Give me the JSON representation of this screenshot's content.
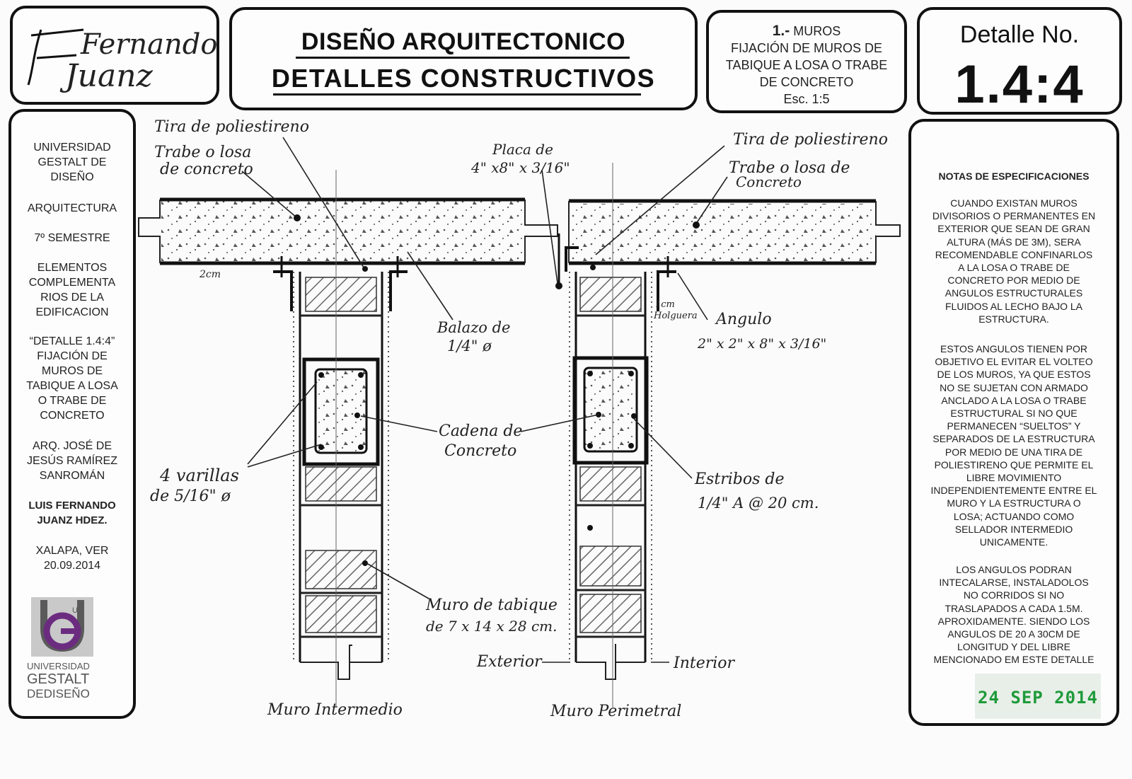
{
  "logo": {
    "line1": "Fernando",
    "line2": "Juanz"
  },
  "title": {
    "line1": "DISEÑO ARQUITECTONICO",
    "line2": "DETALLES  CONSTRUCTIVOS"
  },
  "description": {
    "number": "1.-",
    "category": "MUROS",
    "lines": [
      "FIJACIÓN DE MUROS DE",
      "TABIQUE A LOSA O TRABE",
      "DE CONCRETO"
    ],
    "scale": "Esc. 1:5"
  },
  "detail": {
    "label": "Detalle No.",
    "number": "1.4:4"
  },
  "sidebar": {
    "university": [
      "UNIVERSIDAD",
      "GESTALT DE",
      "DISEÑO"
    ],
    "career": "ARQUITECTURA",
    "semester": "7º SEMESTRE",
    "subject": [
      "ELEMENTOS",
      "COMPLEMENTA",
      "RIOS DE LA",
      "EDIFICACION"
    ],
    "detail_title": [
      "“DETALLE 1.4:4”",
      "FIJACIÓN DE",
      "MUROS DE",
      "TABIQUE A LOSA",
      "O TRABE DE",
      "CONCRETO"
    ],
    "teacher": [
      "ARQ. JOSÉ DE",
      "JESÚS RAMÍREZ",
      "SANROMÁN"
    ],
    "student": [
      "LUIS FERNANDO",
      "JUANZ HDEZ."
    ],
    "place_date": [
      "XALAPA, VER",
      "20.09.2014"
    ],
    "logo_text": [
      "UNIVERSIDAD",
      "GESTALT",
      "DEDISEÑO"
    ],
    "logo_letters": "UG"
  },
  "notes": {
    "heading": "NOTAS DE ESPECIFICACIONES",
    "p1": [
      "CUANDO EXISTAN MUROS",
      "DIVISORIOS O PERMANENTES EN",
      "EXTERIOR QUE SEAN DE GRAN",
      "ALTURA (MÁS DE 3M), SERA",
      "RECOMENDABLE CONFINARLOS",
      "A LA LOSA O TRABE DE",
      "CONCRETO POR MEDIO DE",
      "ANGULOS ESTRUCTURALES",
      "FLUIDOS AL LECHO BAJO LA",
      "ESTRUCTURA."
    ],
    "p2": [
      "ESTOS ANGULOS TIENEN POR",
      "OBJETIVO EL EVITAR EL VOLTEO",
      "DE LOS MUROS, YA QUE ESTOS",
      "NO SE  SUJETAN CON ARMADO",
      "ANCLADO A LA LOSA O TRABE",
      "ESTRUCTURAL SI NO QUE",
      "PERMANECEN “SUELTOS” Y",
      "SEPARADOS DE LA ESTRUCTURA",
      "POR MEDIO DE UNA TIRA DE",
      "POLIESTIRENO QUE PERMITE EL",
      "LIBRE MOVIMIENTO",
      "INDEPENDIENTEMENTE ENTRE EL",
      "MURO Y LA  ESTRUCTURA O",
      "LOSA; ACTUANDO COMO",
      "SELLADOR INTERMEDIO",
      "UNICAMENTE."
    ],
    "p3": [
      "LOS ANGULOS PODRAN",
      "INTECALARSE, INSTALADOLOS",
      "NO CORRIDOS SI NO",
      "TRASLAPADOS A CADA 1.5M.",
      "APROXIDAMENTE. SIENDO LOS",
      "ANGULOS DE 20 A 30CM  DE",
      "LONGITUD Y DEL LIBRE",
      "MENCIONADO EM ESTE DETALLE"
    ]
  },
  "stamp": "24 SEP 2014",
  "labels": {
    "tira_left": "Tira de poliestireno",
    "trabe_left": [
      "Trabe o losa",
      "de concreto"
    ],
    "placa": [
      "Placa de",
      "4\" x8\" x 3/16\""
    ],
    "tira_right": "Tira de poliestireno",
    "trabe_right": [
      "Trabe o losa de",
      "Concreto"
    ],
    "dim_2cm": "2cm",
    "dim_1cm": [
      "1cm",
      "Holguera"
    ],
    "balazo": [
      "Balazo de",
      "1/4\" ø"
    ],
    "angulo": [
      "Angulo",
      "2\" x 2\" x 8\" x 3/16\""
    ],
    "cadena": [
      "Cadena de",
      "Concreto"
    ],
    "varillas": [
      "4 varillas",
      "de 5/16\" ø"
    ],
    "estribos": [
      "Estribos de",
      "1/4\"  A @ 20 cm."
    ],
    "muro_tabique": [
      "Muro de tabique",
      "de 7 x 14 x 28 cm."
    ],
    "exterior": "Exterior",
    "interior": "Interior",
    "muro_intermedio": "Muro Intermedio",
    "muro_perimetral": "Muro Perimetral"
  }
}
